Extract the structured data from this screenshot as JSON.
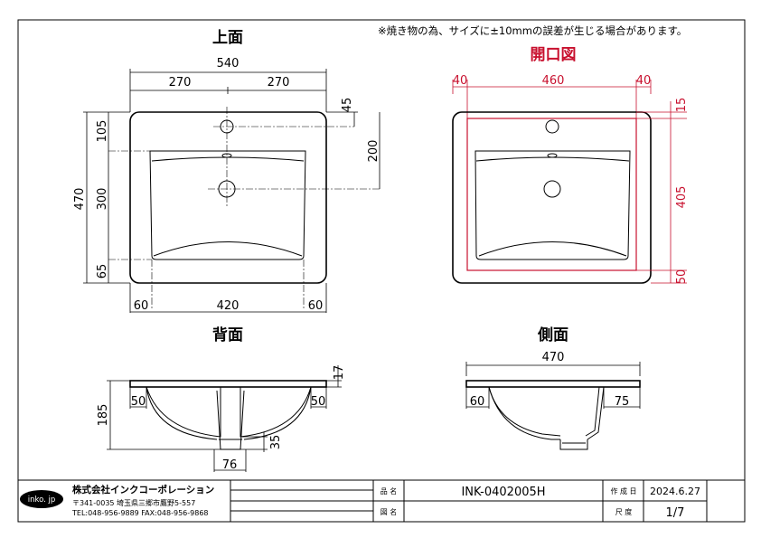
{
  "note": "※焼き物の為、サイズに±10mmの誤差が生じる場合があります。",
  "views": {
    "top": {
      "title": "上面",
      "dims": {
        "overall_width": "540",
        "left_half": "270",
        "right_half": "270",
        "tap_offset": "45",
        "drain_offset": "200",
        "overall_depth": "470",
        "back_margin": "105",
        "bowl_depth": "300",
        "front_margin": "65",
        "left_margin": "60",
        "bowl_width": "420",
        "right_margin": "60"
      }
    },
    "cutout": {
      "title": "開口図",
      "dims": {
        "left_margin": "40",
        "width": "460",
        "right_margin": "40",
        "back_margin": "15",
        "depth": "405",
        "front_margin": "50"
      }
    },
    "back": {
      "title": "背面",
      "dims": {
        "rim_thickness": "17",
        "left_flange": "50",
        "right_flange": "50",
        "height": "185",
        "drain_height": "35",
        "drain_width": "76"
      }
    },
    "side": {
      "title": "側面",
      "dims": {
        "overall_depth": "470",
        "back_flange": "60",
        "front_flange": "75"
      }
    }
  },
  "titleblock": {
    "logo": "inko. jp",
    "company": "株式会社インクコーポレーション",
    "address": "〒341-0035 埼玉県三郷市鷹野5-557",
    "phone": "TEL:048-956-9889  FAX:048-956-9868",
    "product_label": "品 名",
    "product_value": "INK-0402005H",
    "drawing_label": "図 名",
    "drawing_value": "",
    "date_label": "作 成 日",
    "date_value": "2024.6.27",
    "scale_label": "尺 度",
    "scale_value": "1/7"
  }
}
